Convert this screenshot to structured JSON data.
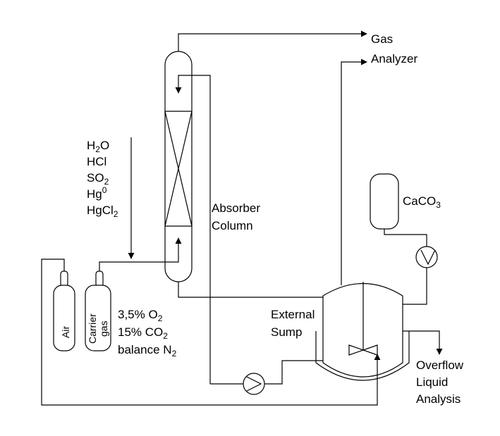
{
  "labels": {
    "gas": "Gas",
    "analyzer": "Analyzer",
    "absorber_line1": "Absorber",
    "absorber_line2": "Column",
    "caco3_main": "CaCO",
    "caco3_sub": "3",
    "external_line1": "External",
    "external_line2": "Sump",
    "overflow_line1": "Overflow",
    "overflow_line2": "Liquid",
    "overflow_line3": "Analysis",
    "air": "Air",
    "carrier_line1": "Carrier",
    "carrier_line2": "gas"
  },
  "species": [
    {
      "main": "H",
      "sub": "2",
      "tail": "O"
    },
    {
      "main": "HCl",
      "sub": "",
      "tail": ""
    },
    {
      "main": "SO",
      "sub": "2",
      "tail": ""
    },
    {
      "main": "Hg",
      "sup": "0"
    },
    {
      "main": "HgCl",
      "sub": "2",
      "tail": ""
    }
  ],
  "gas_composition": [
    {
      "main": "3,5% O",
      "sub": "2"
    },
    {
      "main": "15% CO",
      "sub": "2"
    },
    {
      "main": "balance N",
      "sub": "2"
    }
  ]
}
